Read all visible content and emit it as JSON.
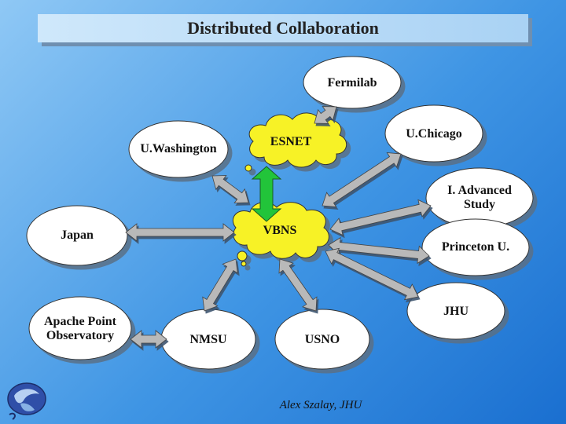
{
  "title": "Distributed Collaboration",
  "nodes": {
    "fermilab": "Fermilab",
    "u_washington": "U.Washington",
    "esnet": "ESNET",
    "u_chicago": "U.Chicago",
    "ias": "I. Advanced Study",
    "japan": "Japan",
    "vbns": "VBNS",
    "princeton": "Princeton U.",
    "jhu": "JHU",
    "apache_point": "Apache Point Observatory",
    "nmsu": "NMSU",
    "usno": "USNO"
  },
  "author": "Alex Szalay, JHU",
  "colors": {
    "node_fill": "#ffffff",
    "cloud_fill": "#f7f226",
    "arrow_fill": "#b9b9b9",
    "link_fill": "#22c43a",
    "title_text": "#222222"
  }
}
